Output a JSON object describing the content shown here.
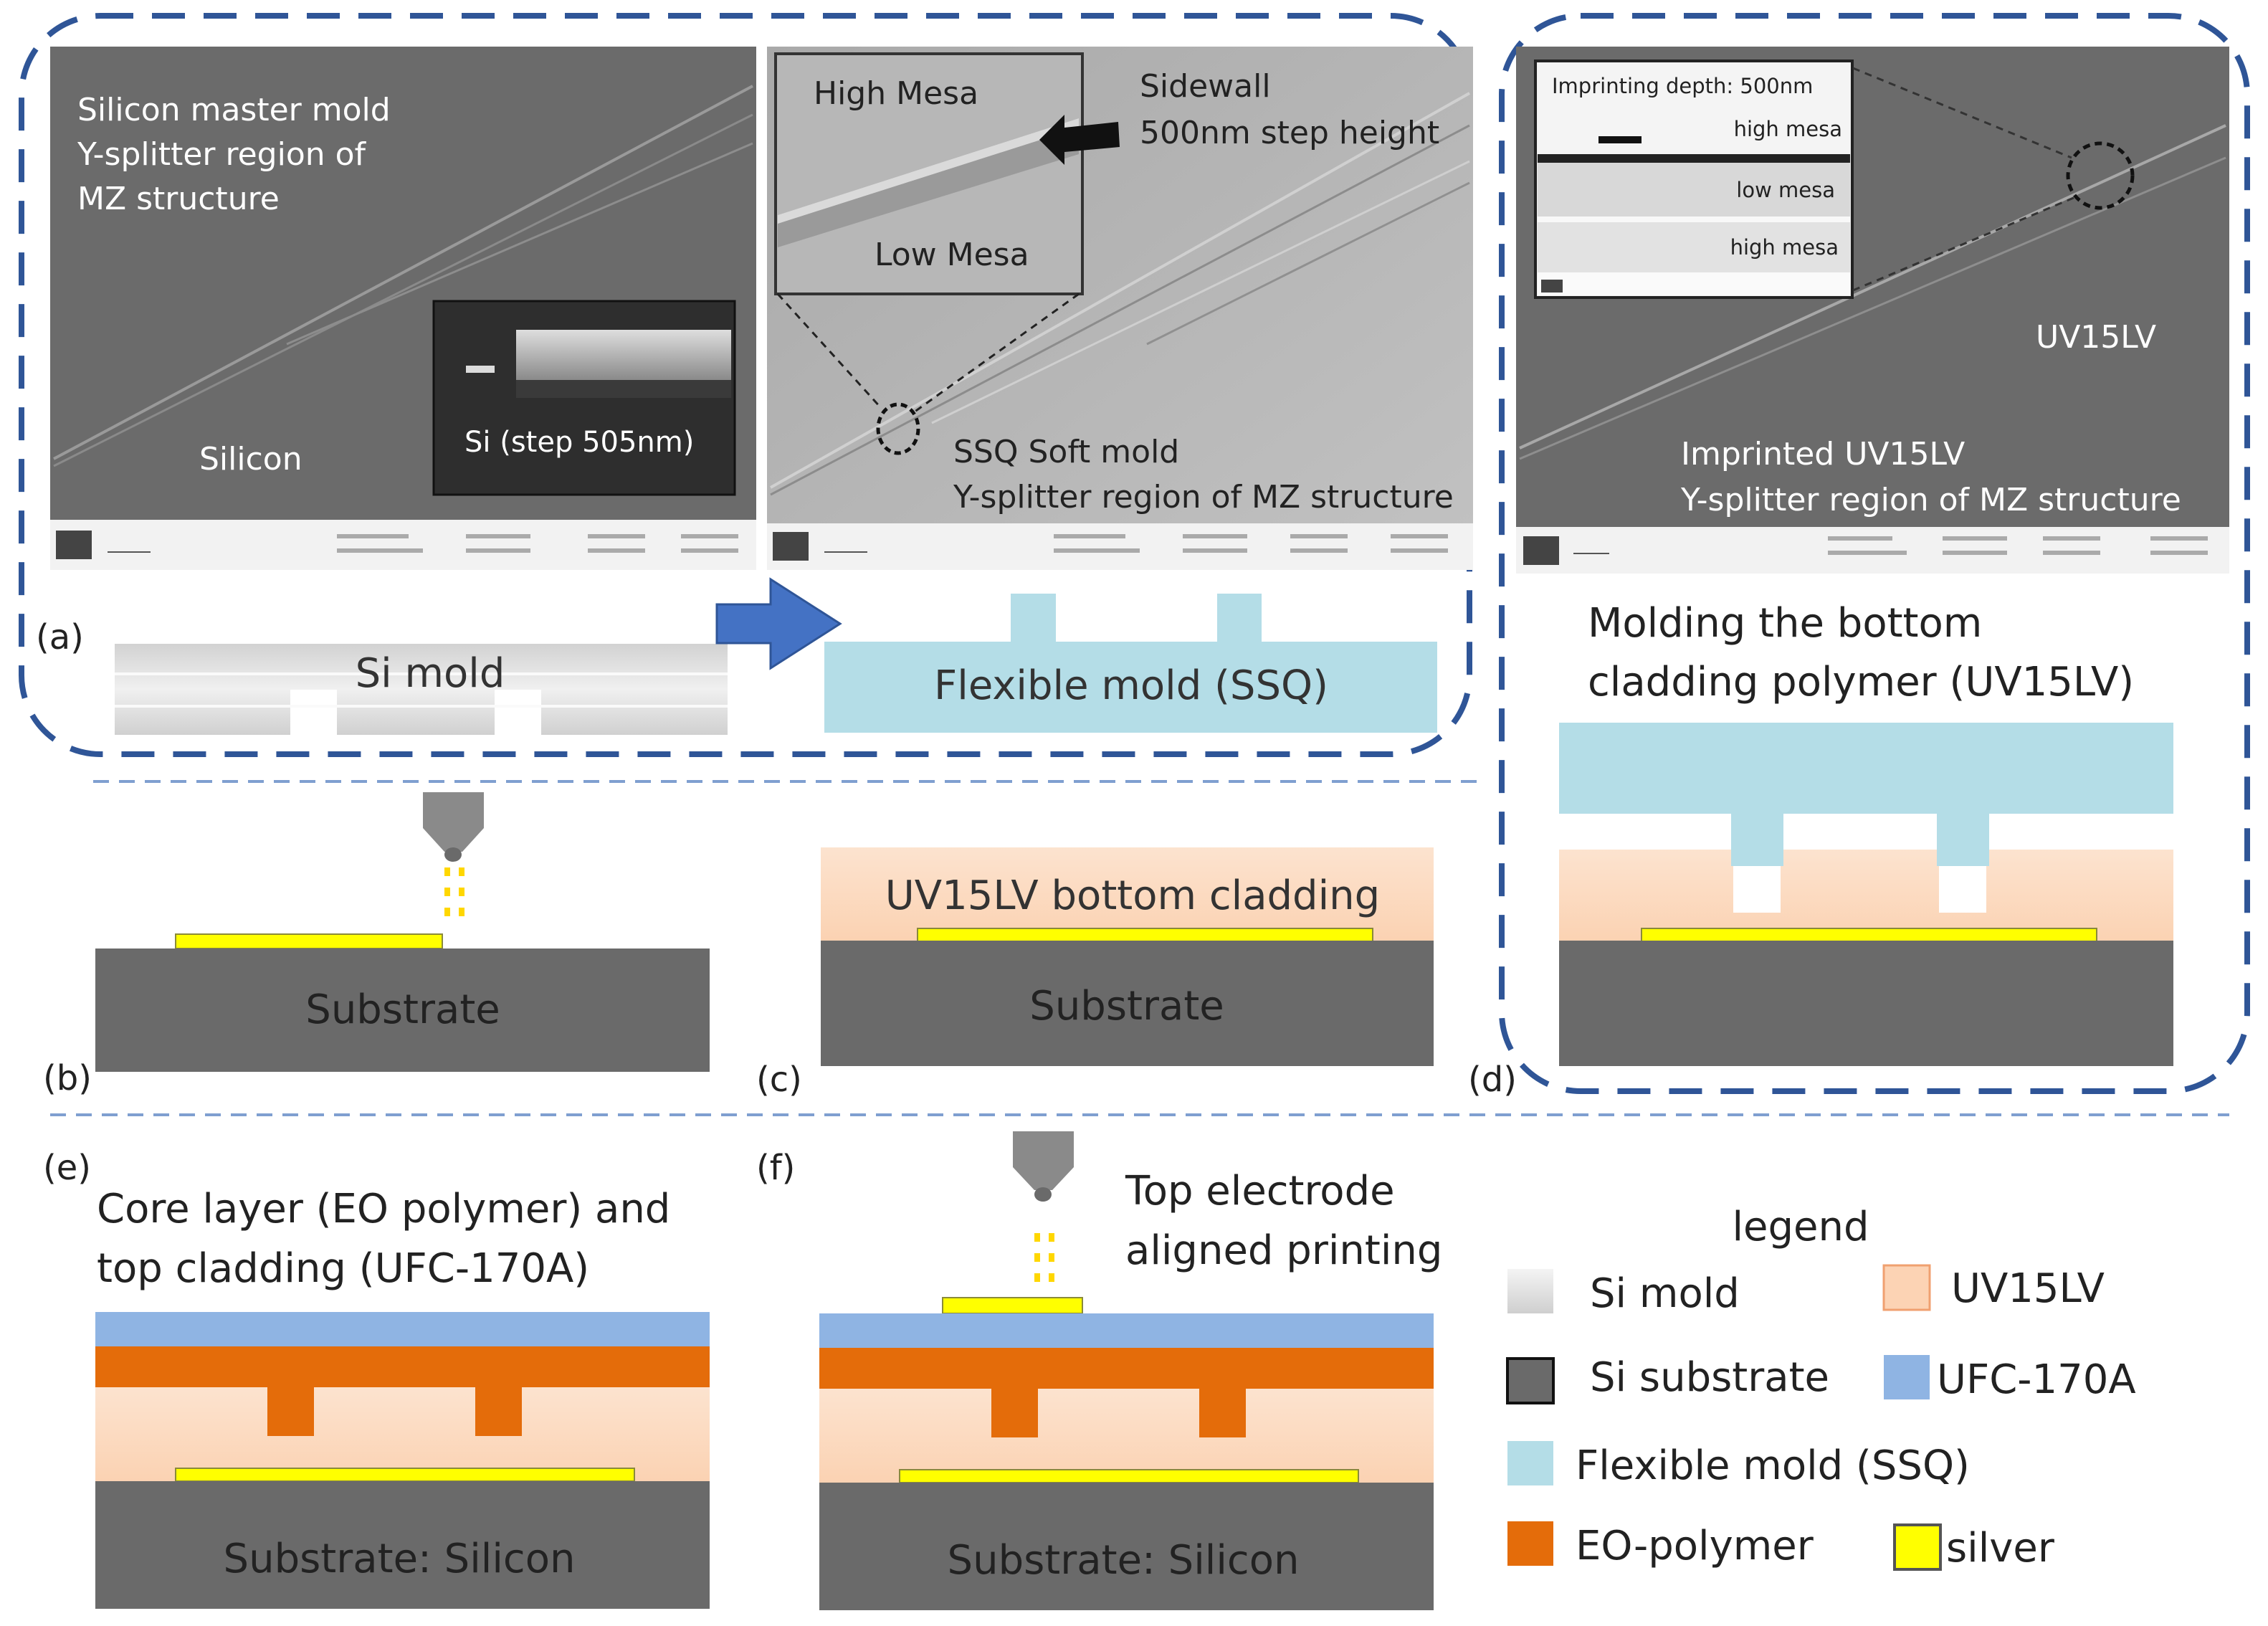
{
  "panel_labels": {
    "a": "(a)",
    "b": "(b)",
    "c": "(c)",
    "d": "(d)",
    "e": "(e)",
    "f": "(f)"
  },
  "sem1": {
    "line1": "Silicon master mold",
    "line2": "Y-splitter region of",
    "line3": "MZ structure",
    "silicon": "Silicon",
    "inset_caption": "Si (step 505nm)"
  },
  "sem2": {
    "inset_high": "High Mesa",
    "inset_low": "Low Mesa",
    "sidewall": "Sidewall",
    "step_height": "500nm step height",
    "caption1": "SSQ Soft mold",
    "caption2": "Y-splitter region of MZ structure"
  },
  "sem3": {
    "inset_depth": "Imprinting depth: 500nm",
    "inset_high1": "high mesa",
    "inset_low": "low mesa",
    "inset_high2": "high mesa",
    "uv_label": "UV15LV",
    "caption1": "Imprinted UV15LV",
    "caption2": "Y-splitter region of MZ structure"
  },
  "schematic_a": {
    "si_mold": "Si mold",
    "flexible_mold": "Flexible mold (SSQ)"
  },
  "schematic_b": {
    "substrate": "Substrate"
  },
  "schematic_c": {
    "cladding": "UV15LV bottom cladding",
    "substrate": "Substrate"
  },
  "schematic_d": {
    "title1": "Molding the bottom",
    "title2": "cladding polymer (UV15LV)"
  },
  "schematic_e": {
    "title1": "Core layer (EO polymer) and",
    "title2": "top cladding (UFC-170A)",
    "substrate": "Substrate: Silicon"
  },
  "schematic_f": {
    "title1": "Top electrode",
    "title2": "aligned printing",
    "substrate": "Substrate: Silicon"
  },
  "legend": {
    "title": "legend",
    "items": [
      {
        "label": "Si mold",
        "color": "#e2e2e2"
      },
      {
        "label": "UV15LV",
        "color": "#fcd3b4"
      },
      {
        "label": "Si substrate",
        "color": "#6a6a6a"
      },
      {
        "label": "UFC-170A",
        "color": "#8fb4e3"
      },
      {
        "label": "Flexible mold (SSQ)",
        "color": "#b4dde7"
      },
      {
        "label": "EO-polymer",
        "color": "#e46c0a"
      },
      {
        "label": "silver",
        "color": "#ffff00"
      }
    ]
  },
  "colors": {
    "dashed_border": "#2f5597",
    "arrow": "#4472c4",
    "substrate": "#6a6a6a",
    "uv15lv_top": "#fce3cf",
    "uv15lv_bottom": "#fbd9bc",
    "ssq": "#b4dde7",
    "eo_polymer": "#e46c0a",
    "ufc": "#8fb4e3",
    "silver": "#ffff00",
    "sem_dark": "#6b6b6b",
    "sem_light": "#b8b8b8"
  }
}
